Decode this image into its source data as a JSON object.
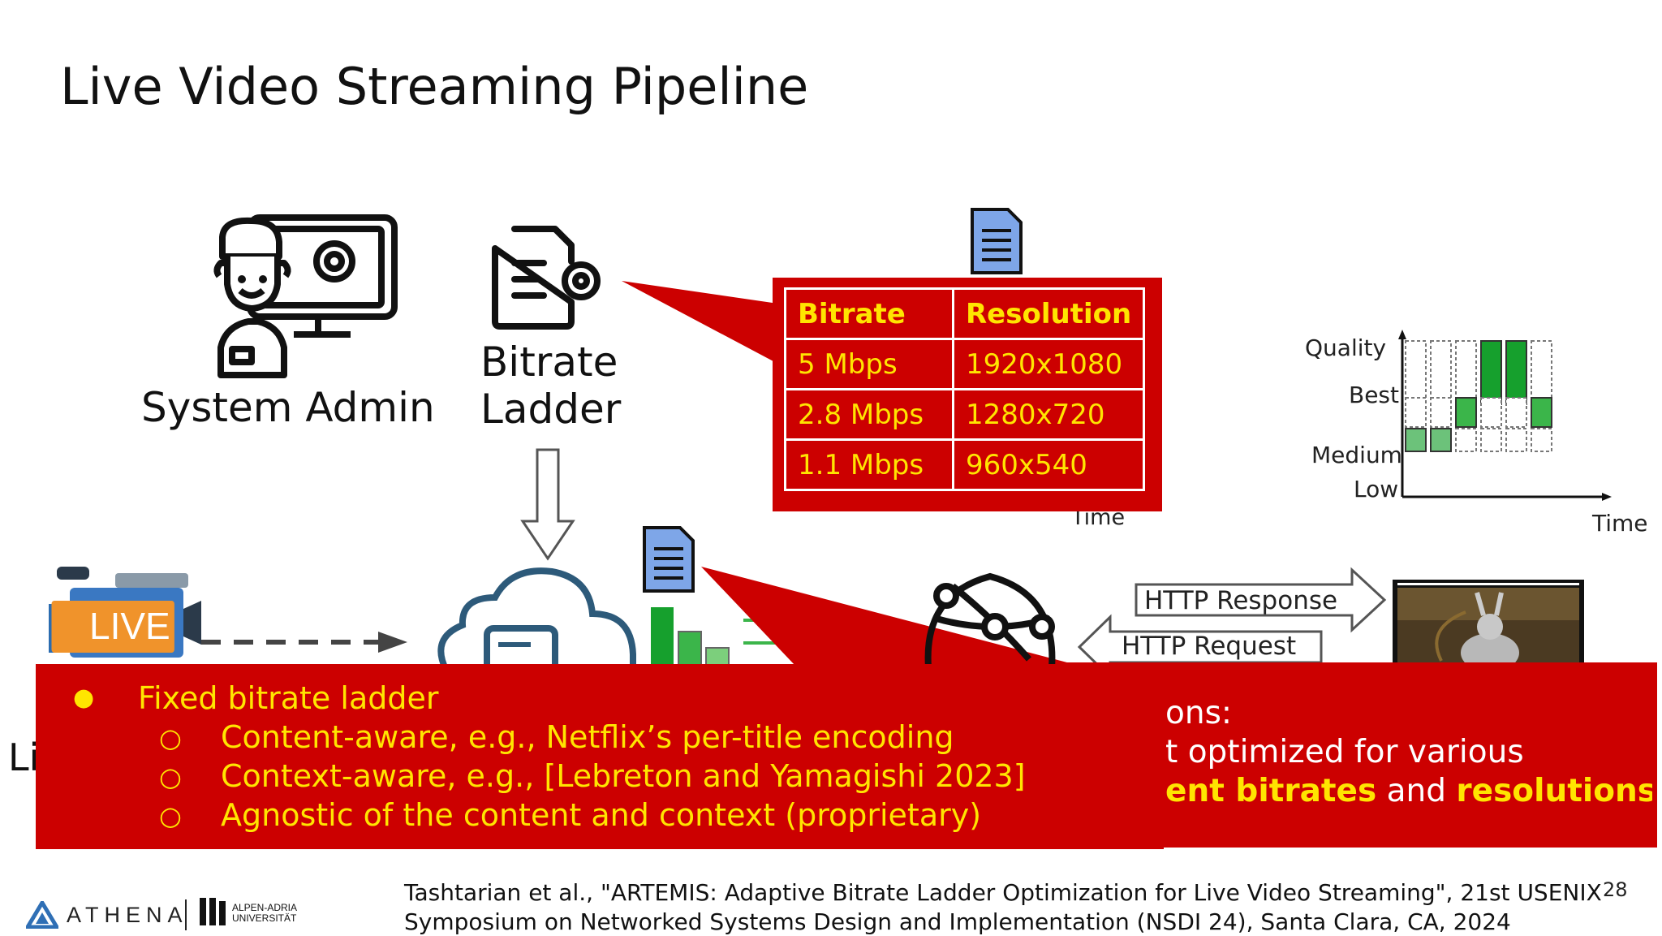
{
  "slide": {
    "title": "Live Video Streaming Pipeline",
    "page_number": "28"
  },
  "actors": {
    "system_admin_label": "System Admin",
    "bitrate_ladder_label_line1": "Bitrate",
    "bitrate_ladder_label_line2": "Ladder",
    "live_badge": "LIVE",
    "partial_left_label": "Li"
  },
  "ladder_table": {
    "headers": [
      "Bitrate",
      "Resolution"
    ],
    "rows": [
      [
        "5 Mbps",
        "1920x1080"
      ],
      [
        "2.8 Mbps",
        "1280x720"
      ],
      [
        "1.1 Mbps",
        "960x540"
      ]
    ]
  },
  "hidden_axis_label": "Time",
  "quality_chart": {
    "y_label": "Quality",
    "levels": [
      "Best",
      "Medium",
      "Low"
    ],
    "x_label": "Time",
    "selected_levels": [
      "Low",
      "Low",
      "Medium",
      "Best",
      "Best",
      "Medium"
    ]
  },
  "http": {
    "response": "HTTP Response",
    "request": "HTTP Request"
  },
  "bullets": {
    "main": "Fixed bitrate ladder",
    "sub": [
      "Content-aware, e.g., Netflix’s per-title encoding",
      "Context-aware, e.g., [Lebreton and Yamagishi 2023]",
      "Agnostic of the content and context (proprietary)"
    ],
    "bullet_symbol": "●",
    "sub_symbol": "○"
  },
  "right_panel": {
    "line1": "ons:",
    "line2": "t optimized for various",
    "line3_bold1": "ent bitrates",
    "line3_mid": " and ",
    "line3_bold2": "resolutions"
  },
  "footer": {
    "logo_text": "ATHENA",
    "uni_line1": "ALPEN-ADRIA",
    "uni_line2": "UNIVERSITÄT",
    "citation_line1": "Tashtarian et al., \"ARTEMIS: Adaptive Bitrate Ladder Optimization for Live Video Streaming\", 21st USENIX",
    "citation_line2": "Symposium on Networked Systems Design and Implementation (NSDI 24), Santa Clara, CA, 2024"
  },
  "colors": {
    "red_panel": "#cc0000",
    "highlight_yellow": "#ffe500",
    "chart_green": "#22a845",
    "doc_blue": "#7ea6e8",
    "live_orange": "#f0932b"
  }
}
